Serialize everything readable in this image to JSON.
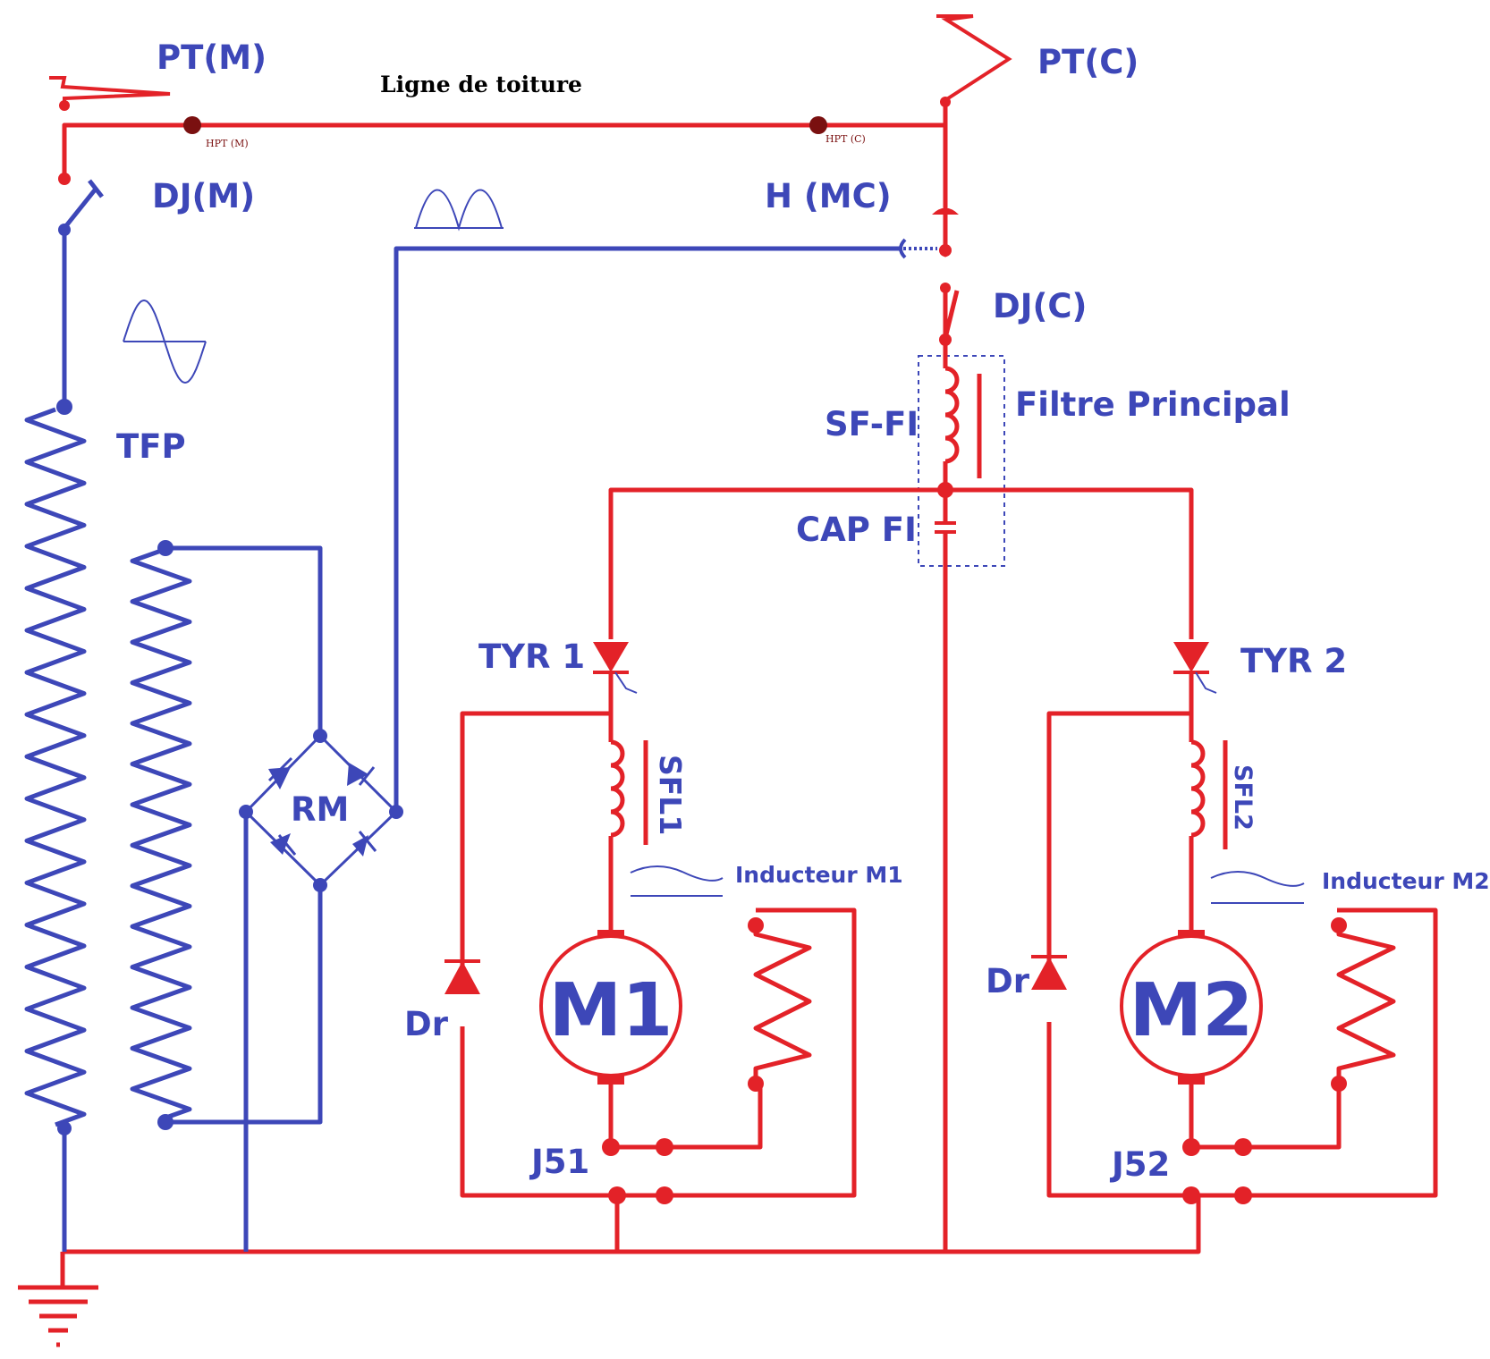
{
  "colors": {
    "red": "#e32228",
    "blue": "#3d47b8",
    "dark_red": "#7a1010",
    "black": "#000000"
  },
  "labels": {
    "pt_m": "PT(M)",
    "pt_c": "PT(C)",
    "roof_line": "Ligne de toiture",
    "hpt_m": "HPT (M)",
    "hpt_c": "HPT (C)",
    "dj_m": "DJ(M)",
    "h_mc": "H (MC)",
    "dj_c": "DJ(C)",
    "main_filter": "Filtre Principal",
    "sf_fi": "SF-FI",
    "cap_fi": "CAP FI",
    "tfp": "TFP",
    "rm": "RM",
    "tyr1": "TYR 1",
    "tyr2": "TYR 2",
    "sfl1": "SFL1",
    "sfl2": "SFL2",
    "inductor_m1": "Inducteur M1",
    "inductor_m2": "Inducteur M2",
    "motor1": "M1",
    "motor2": "M2",
    "dr_left": "Dr",
    "dr_right": "Dr",
    "j51": "J51",
    "j52": "J52"
  }
}
